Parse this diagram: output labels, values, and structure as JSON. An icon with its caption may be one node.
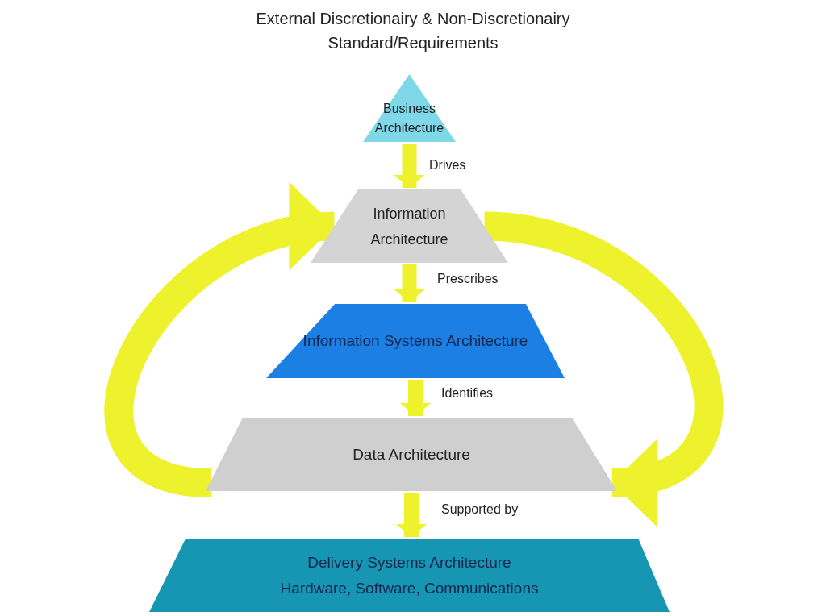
{
  "diagram": {
    "title": "External Discretionairy & Non-Discretionairy Standard/Requirements",
    "nodes": [
      {
        "text": [
          "Business Architecture"
        ]
      },
      {
        "text": [
          "Information Architecture"
        ]
      },
      {
        "text": [
          "Information Systems Architecture"
        ]
      },
      {
        "text": [
          "Data Architecture"
        ]
      },
      {
        "text": [
          "Delivery Systems Architecture",
          "Hardware, Software, Communications"
        ]
      }
    ],
    "edges": [
      {
        "from": 0,
        "to": 1,
        "arrow": "to",
        "label": "Drives"
      },
      {
        "from": 1,
        "to": 2,
        "arrow": "to",
        "label": "Prescribes"
      },
      {
        "from": 2,
        "to": 3,
        "arrow": "to",
        "label": "Identifies"
      },
      {
        "from": 3,
        "to": 4,
        "arrow": "to",
        "label": "Supported by"
      },
      {
        "from": 3,
        "to": 1,
        "arrow": "to",
        "style": "thick"
      },
      {
        "from": 1,
        "to": 3,
        "arrow": "to",
        "style": "thick"
      }
    ]
  }
}
